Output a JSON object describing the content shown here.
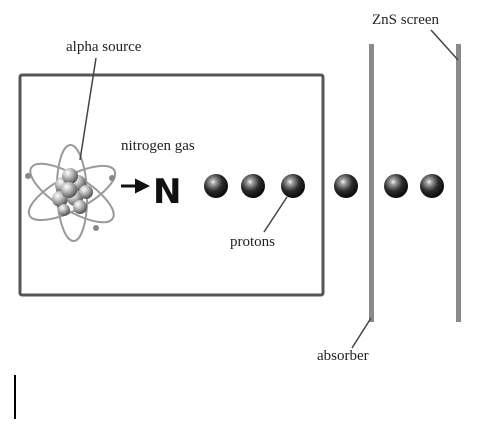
{
  "labels": {
    "alpha_source": "alpha source",
    "nitrogen_gas": "nitrogen gas",
    "nitrogen_symbol": "N",
    "protons": "protons",
    "absorber": "absorber",
    "zns_screen": "ZnS screen"
  },
  "particles": {
    "inside_chamber": 3,
    "between_walls": 1,
    "beyond_absorber": 2
  },
  "colors": {
    "outline": "#555555",
    "wall": "#8a8a8a",
    "text": "#222222"
  }
}
